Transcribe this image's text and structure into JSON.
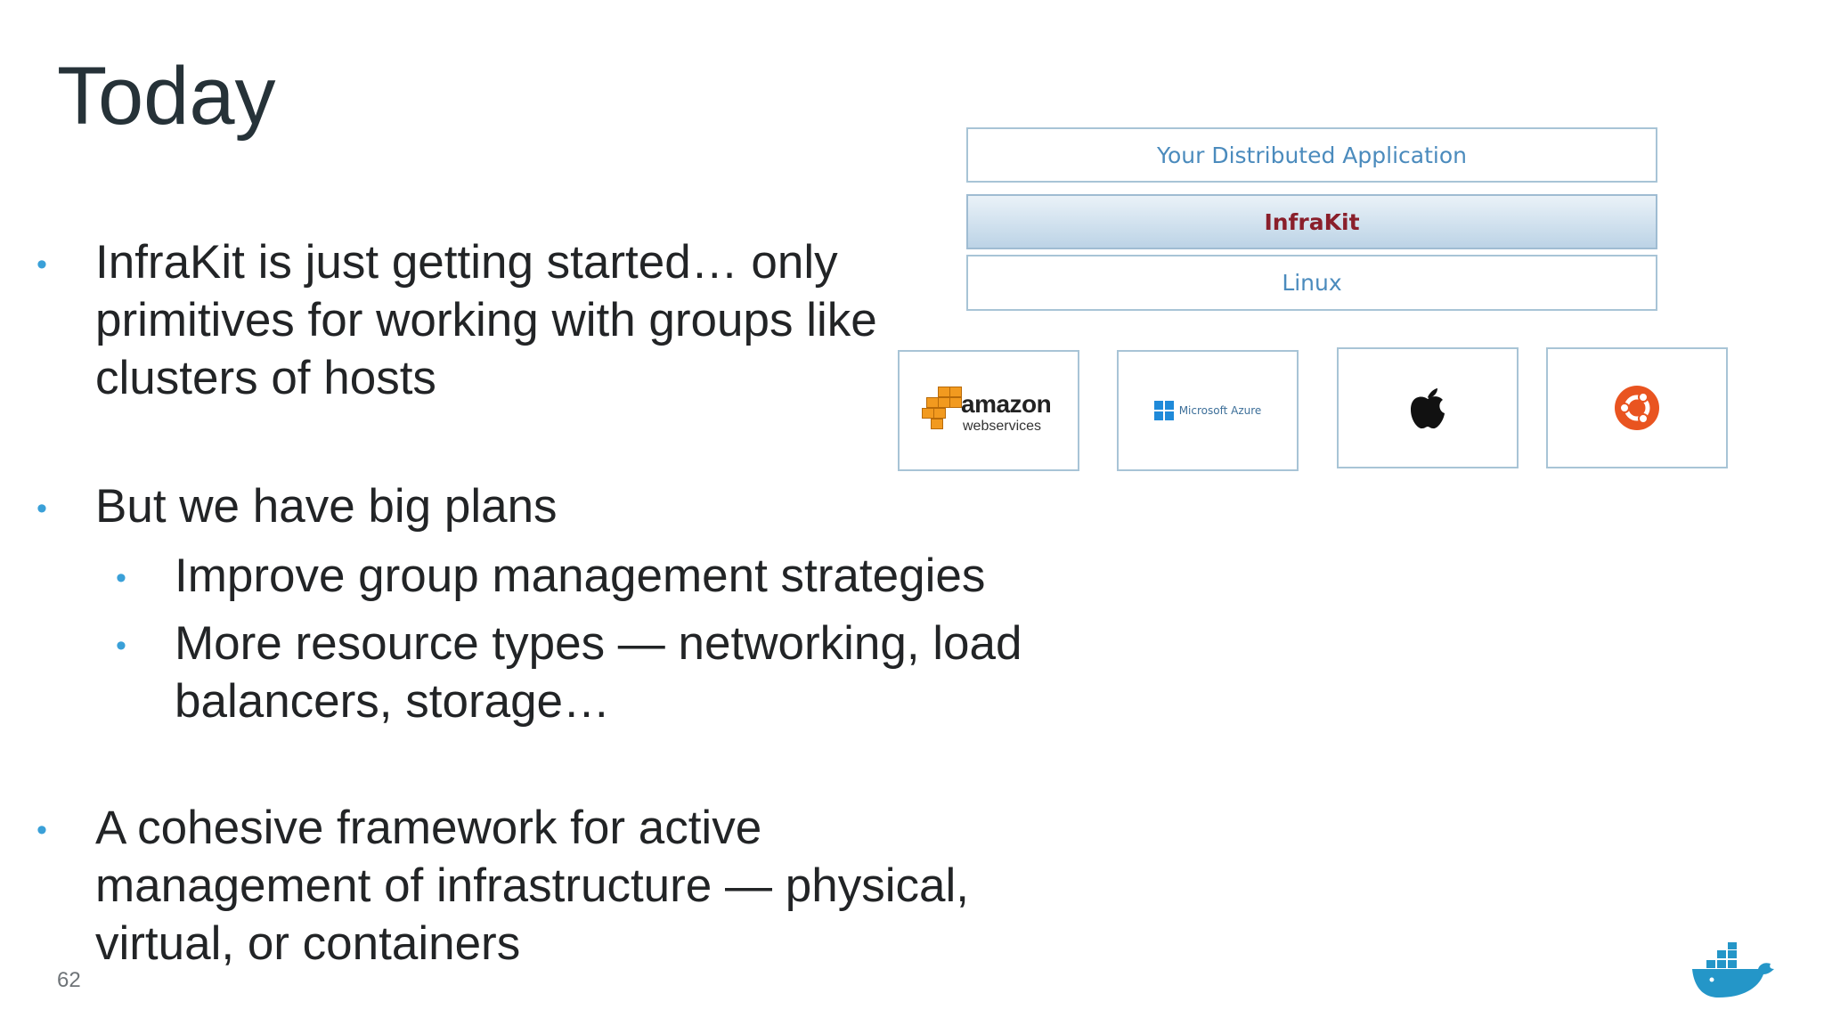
{
  "slide": {
    "title": "Today",
    "page_number": "62"
  },
  "bullets": {
    "b1": "InfraKit is just getting started… only\nprimitives for working with groups like\nclusters of hosts",
    "b2": "But we have big plans",
    "b2_sub": [
      "Improve group management strategies",
      "More resource types — networking, load\nbalancers, storage…"
    ],
    "b3": "A cohesive framework for active\nmanagement of infrastructure — physical,\nvirtual, or containers"
  },
  "diagram": {
    "layers": [
      "Your Distributed Application",
      "InfraKit",
      "Linux"
    ],
    "platforms": {
      "aws_word": "amazon",
      "aws_sub": "webservices",
      "azure": "Microsoft Azure",
      "apple_icon": "apple-logo-icon",
      "ubuntu_icon": "ubuntu-logo-icon"
    }
  },
  "colors": {
    "bullet": "#3aa0d8",
    "infrakit_text": "#8a1f2b",
    "layer_text": "#4b8bbd",
    "ubuntu": "#e95420"
  },
  "brand_icon": "docker-whale-icon"
}
